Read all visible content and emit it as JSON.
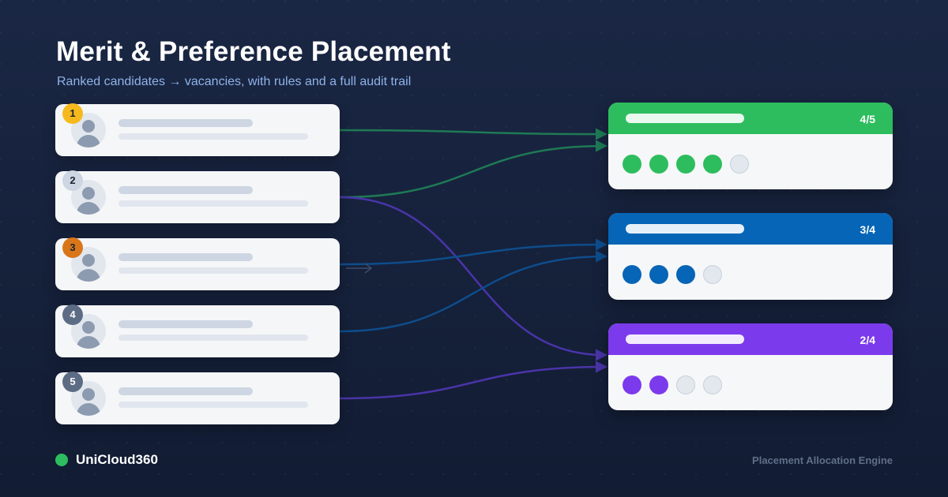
{
  "header": {
    "title": "Merit & Preference Placement",
    "subtitle": "Ranked candidates → vacancies, with rules and a full audit trail"
  },
  "candidates": [
    {
      "rank": "1",
      "badge_color": "#f6b91d",
      "badge_text_color": "#1b2435"
    },
    {
      "rank": "2",
      "badge_color": "#cdd6e2",
      "badge_text_color": "#1b2435"
    },
    {
      "rank": "3",
      "badge_color": "#d9761a",
      "badge_text_color": "#1b2435"
    },
    {
      "rank": "4",
      "badge_color": "#5d6c85",
      "badge_text_color": "#ffffff"
    },
    {
      "rank": "5",
      "badge_color": "#5d6c85",
      "badge_text_color": "#ffffff"
    }
  ],
  "vacancies": [
    {
      "fill_count": "4/5",
      "color": "#2dbd5e",
      "filled": 4,
      "total": 5
    },
    {
      "fill_count": "3/4",
      "color": "#0665b6",
      "filled": 3,
      "total": 4
    },
    {
      "fill_count": "2/4",
      "color": "#7c3aed",
      "filled": 2,
      "total": 4
    }
  ],
  "assignments": [
    {
      "candidate": 1,
      "vacancy": 1,
      "color": "#1e7a55"
    },
    {
      "candidate": 2,
      "vacancy": 1,
      "color": "#1e7a55"
    },
    {
      "candidate": 2,
      "vacancy": 3,
      "color": "#4a34a8"
    },
    {
      "candidate": 3,
      "vacancy": 2,
      "color": "#0e4d8c"
    },
    {
      "candidate": 4,
      "vacancy": 2,
      "color": "#0e4d8c"
    },
    {
      "candidate": 5,
      "vacancy": 3,
      "color": "#4a34a8"
    }
  ],
  "colors": {
    "background": "#14203a",
    "seat_empty": "#e3e8ee",
    "seat_empty_border": "#c7d0dc",
    "pending_arrow": "#3c4c6a"
  },
  "footer": {
    "brand_name": "UniCloud360",
    "engine_label": "Placement Allocation Engine"
  }
}
